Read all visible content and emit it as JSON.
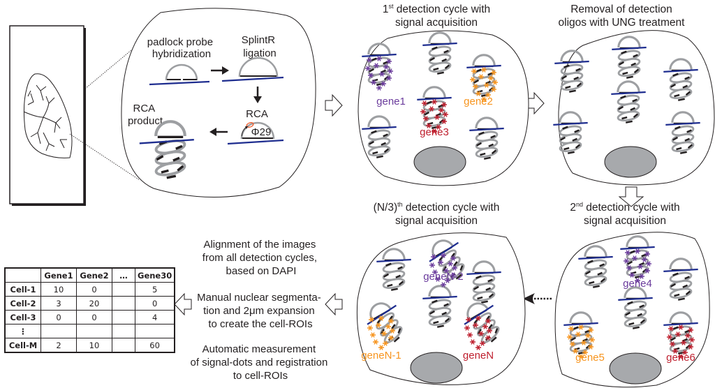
{
  "colors": {
    "probe_blue": "#1e2d8f",
    "gray": "#9d9fa2",
    "black": "#231f20",
    "purple": "#6a3b9c",
    "orange": "#f7941d",
    "red": "#be1e2d",
    "phi29_ring": "#f15a29",
    "nucleus": "#a7a9ac"
  },
  "panel_tissue": {
    "icon": "lung-tissue-icon"
  },
  "panel_rca": {
    "step1": [
      "padlock probe",
      "hybridization"
    ],
    "step2": [
      "SplintR",
      "ligation"
    ],
    "step3": "RCA",
    "enzyme": "Φ29",
    "step4": [
      "RCA",
      "product"
    ]
  },
  "cells": [
    {
      "id": "cycle1",
      "title": [
        "1",
        "st",
        " detection cycle with",
        "signal acquisition"
      ],
      "genes": [
        {
          "label": "gene1",
          "color": "purple"
        },
        {
          "label": "gene2",
          "color": "orange"
        },
        {
          "label": "gene3",
          "color": "red"
        }
      ]
    },
    {
      "id": "removal",
      "title": [
        "Removal of detection",
        "oligos with UNG treatment"
      ],
      "genes": []
    },
    {
      "id": "cycle2",
      "title": [
        "2",
        "nd",
        " detection cycle with",
        "signal acquisition"
      ],
      "genes": [
        {
          "label": "gene4",
          "color": "purple"
        },
        {
          "label": "gene5",
          "color": "orange"
        },
        {
          "label": "gene6",
          "color": "red"
        }
      ]
    },
    {
      "id": "cycleN3",
      "title": [
        "(N/3)",
        "th",
        " detection cycle with",
        "signal acquisition"
      ],
      "genes": [
        {
          "label": "geneN-2",
          "color": "purple"
        },
        {
          "label": "geneN-1",
          "color": "orange"
        },
        {
          "label": "geneN",
          "color": "red"
        }
      ]
    }
  ],
  "processing": {
    "lines": [
      "Alignment of the images",
      "from all detection cycles,",
      "based on DAPI",
      "Manual nuclear segmenta-",
      "tion and 2μm expansion",
      "to create the cell-ROIs",
      "Automatic measurement",
      "of signal-dots and registration",
      "to cell-ROIs"
    ]
  },
  "matrix": {
    "headers": [
      "",
      "Gene1",
      "Gene2",
      "…",
      "Gene30"
    ],
    "rows": [
      {
        "label": "Cell-1",
        "values": [
          "10",
          "0",
          "",
          "5"
        ]
      },
      {
        "label": "Cell-2",
        "values": [
          "3",
          "20",
          "",
          "0"
        ]
      },
      {
        "label": "Cell-3",
        "values": [
          "0",
          "0",
          "",
          "4"
        ]
      },
      {
        "label": "⋮",
        "values": [
          "",
          "",
          "",
          ""
        ]
      },
      {
        "label": "Cell-M",
        "values": [
          "2",
          "10",
          "",
          "60"
        ]
      }
    ]
  }
}
